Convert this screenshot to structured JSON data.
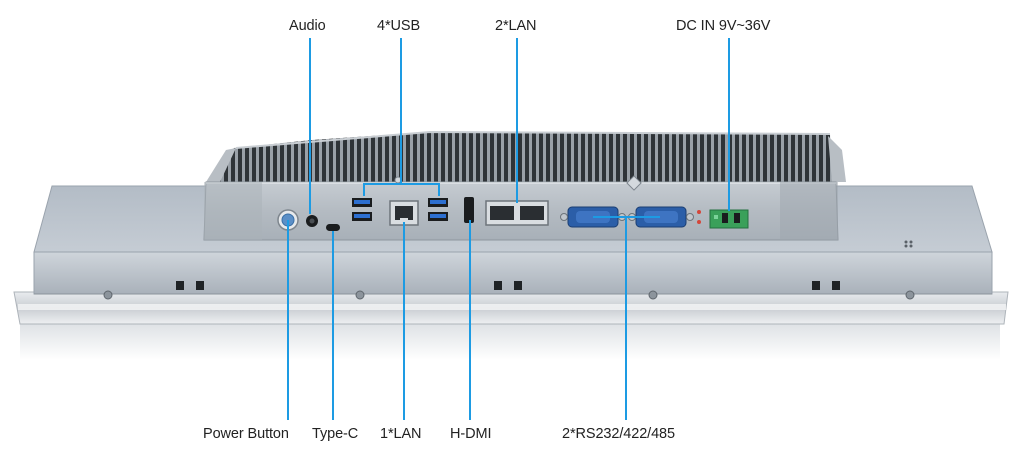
{
  "accent_color": "#1d9be3",
  "callouts": {
    "audio": "Audio",
    "usb": "4*USB",
    "lan2": "2*LAN",
    "dc_in": "DC IN 9V~36V",
    "power_button": "Power Button",
    "type_c": "Type-C",
    "lan1": "1*LAN",
    "hdmi": "H-DMI",
    "serial": "2*RS232/422/485"
  }
}
